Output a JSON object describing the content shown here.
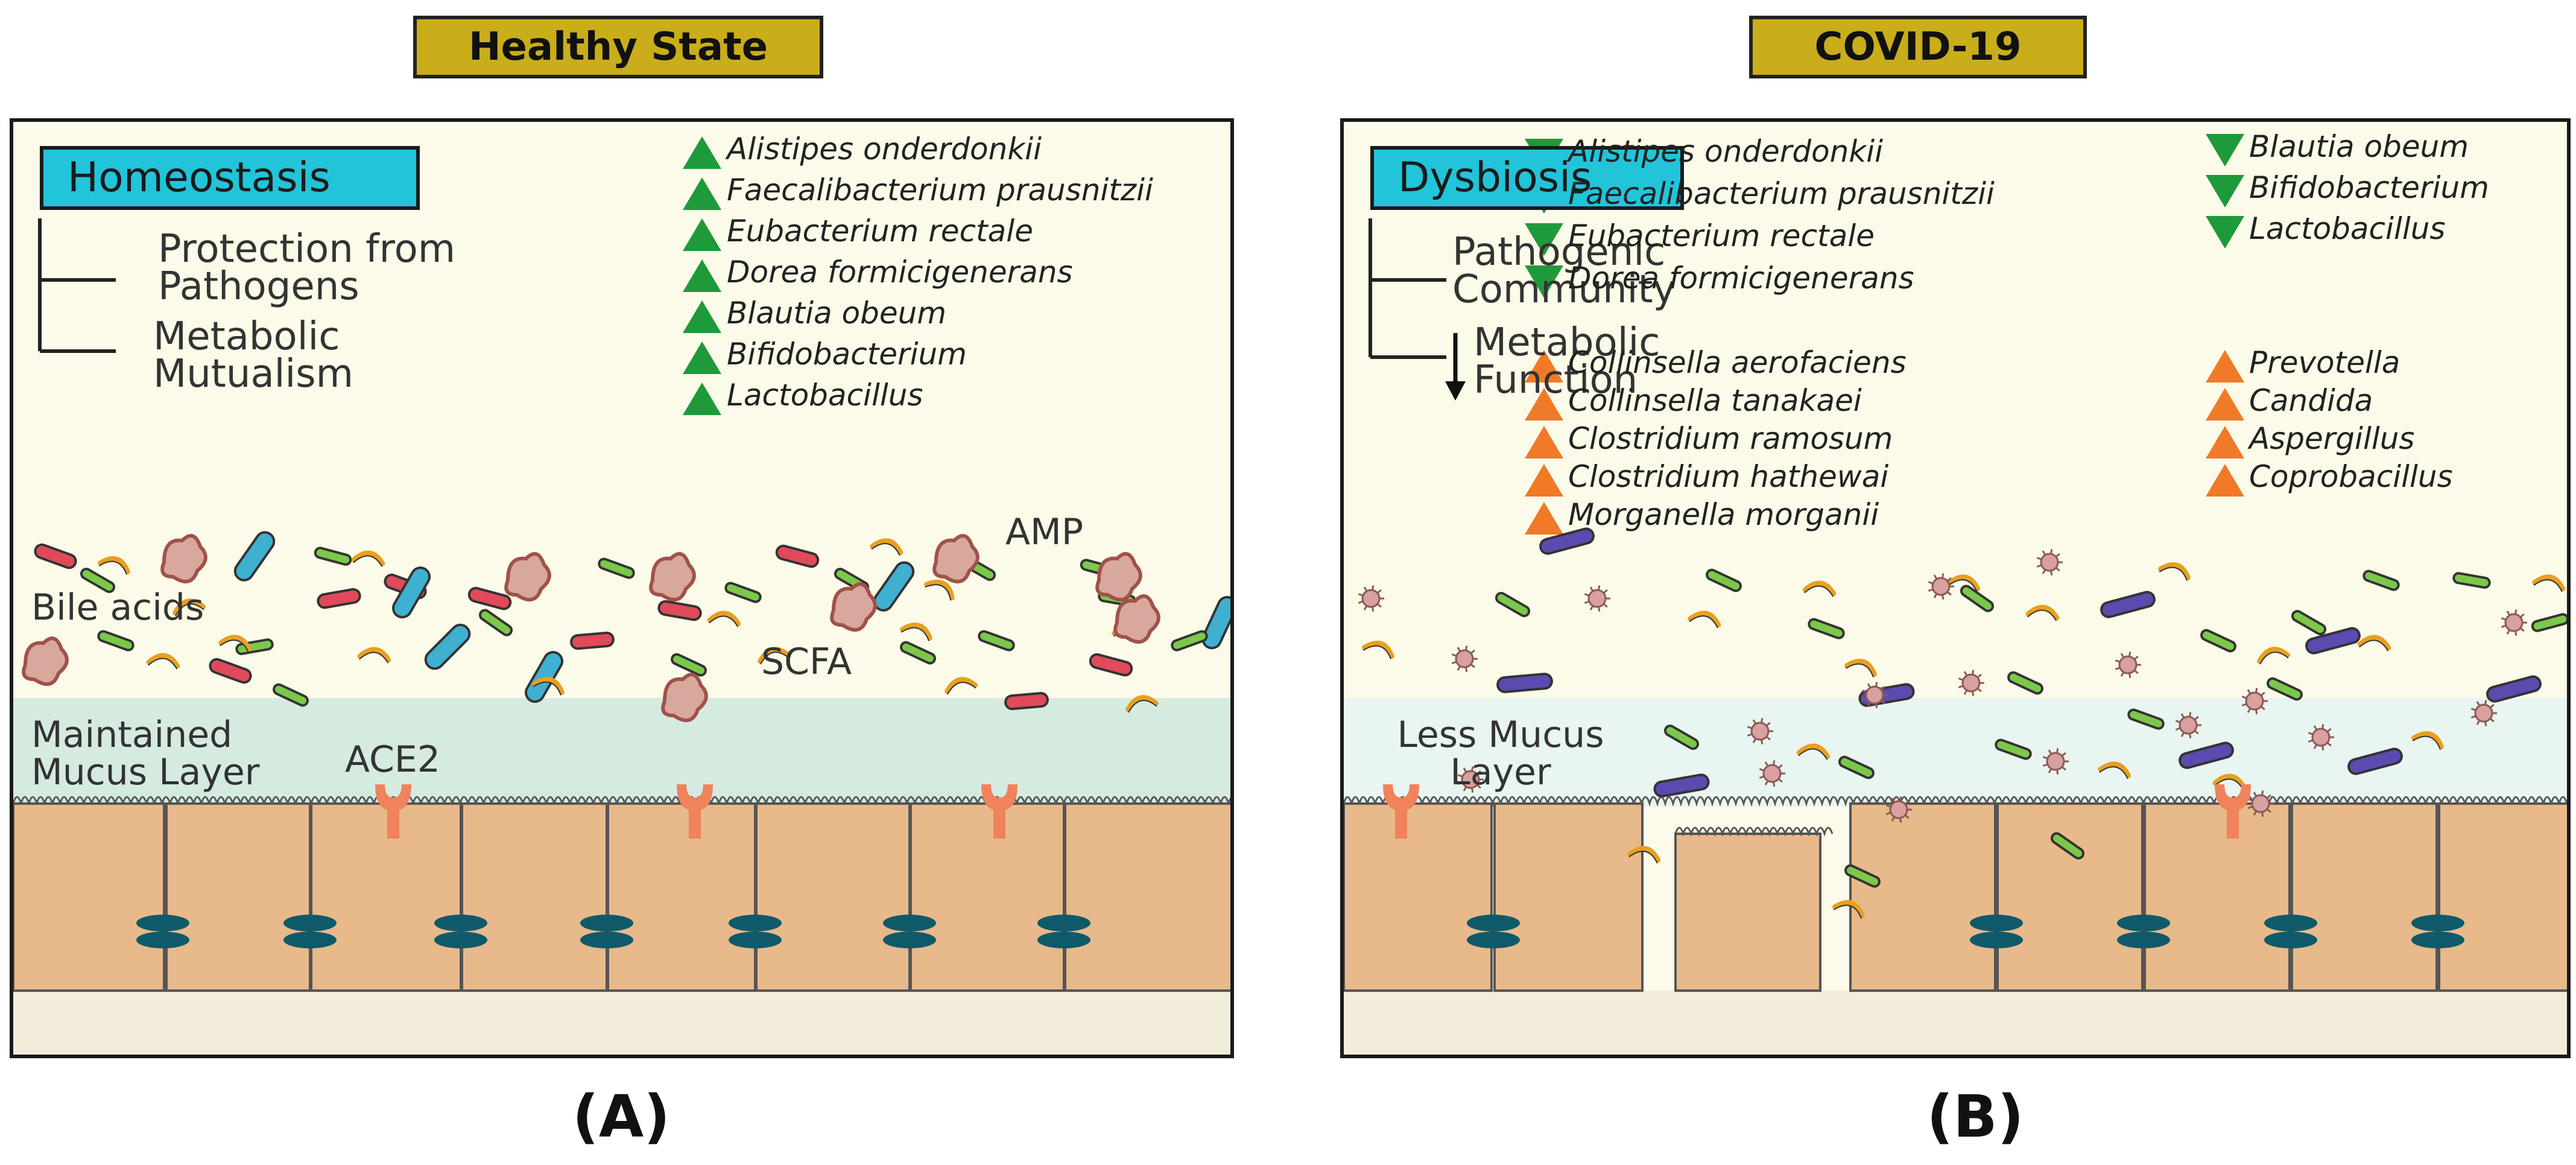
{
  "panel_a": {
    "title": "Healthy State",
    "label": "(A)",
    "state": "Homeostasis",
    "effect_1": "Protection from Pathogens",
    "effect_2": "Metabolic Mutualism",
    "increased": [
      "Alistipes onderdonkii",
      "Faecalibacterium prausnitzii",
      "Eubacterium rectale",
      "Dorea formicigenerans",
      "Blautia obeum",
      "Bifidobacterium",
      "Lactobacillus"
    ],
    "labels": {
      "amp": "AMP",
      "bile": "Bile acids",
      "scfa": "SCFA",
      "mucus": "Maintained Mucus Layer",
      "ace2": "ACE2"
    }
  },
  "panel_b": {
    "title": "COVID-19",
    "label": "(B)",
    "state": "Dysbiosis",
    "effect_1": "Pathogenic Community",
    "effect_2": "Metabolic Function",
    "decreased_col1": [
      "Alistipes onderdonkii",
      "Faecalibacterium prausnitzii",
      "Eubacterium rectale",
      "Dorea formicigenerans"
    ],
    "decreased_col2": [
      "Blautia obeum",
      "Bifidobacterium",
      "Lactobacillus"
    ],
    "increased_col1": [
      "Collinsella aerofaciens",
      "Collinsella tanakaei",
      "Clostridium ramosum",
      "Clostridium hathewai",
      "Morganella morganii"
    ],
    "increased_col2": [
      "Prevotella",
      "Candida",
      "Aspergillus",
      "Coprobacillus"
    ],
    "labels": {
      "mucus": "Less Mucus Layer"
    }
  },
  "colors": {
    "up": "#1e9a3a",
    "down": "#1e9a3a",
    "increase_orange": "#f07a28",
    "state_box": "#22c4da",
    "title_bg": "#c9ad1a"
  }
}
